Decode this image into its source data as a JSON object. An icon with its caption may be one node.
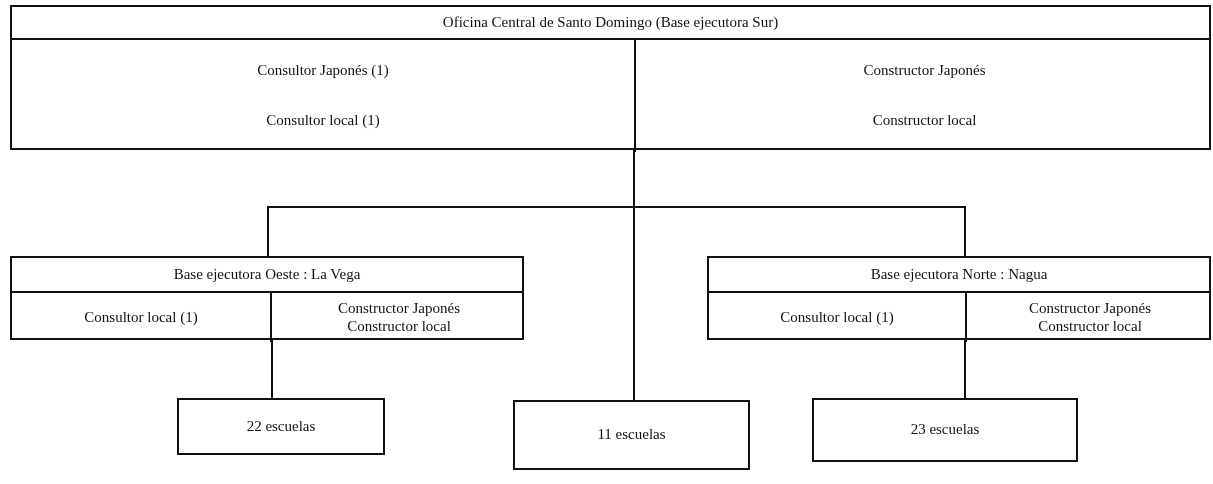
{
  "diagram": {
    "nodes": [
      {
        "text": [
          "Oficina Central de Santo Domingo (Base ejecutora Sur)"
        ]
      },
      {
        "text": [
          "Consultor Japonés (1)",
          "Consultor local (1)"
        ],
        "in": 0
      },
      {
        "text": [
          "Constructor Japonés",
          "Constructor local"
        ],
        "in": 0
      },
      {
        "text": [
          "Base ejecutora Oeste : La Vega"
        ]
      },
      {
        "text": [
          "Consultor local (1)"
        ],
        "in": 3
      },
      {
        "text": [
          "Constructor Japonés",
          "Constructor local"
        ],
        "in": 3
      },
      {
        "text": [
          "Base ejecutora Norte : Nagua"
        ]
      },
      {
        "text": [
          "Consultor local (1)"
        ],
        "in": 6
      },
      {
        "text": [
          "Constructor Japonés",
          "Constructor local"
        ],
        "in": 6
      },
      {
        "text": [
          "22 escuelas"
        ]
      },
      {
        "text": [
          "11 escuelas"
        ]
      },
      {
        "text": [
          "23 escuelas"
        ]
      }
    ],
    "edges": [
      {
        "from": 0,
        "to": 3,
        "arrow": "none"
      },
      {
        "from": 0,
        "to": 6,
        "arrow": "none"
      },
      {
        "from": 0,
        "to": 10,
        "arrow": "none"
      },
      {
        "from": 3,
        "to": 9,
        "arrow": "none"
      },
      {
        "from": 6,
        "to": 11,
        "arrow": "none"
      }
    ]
  }
}
